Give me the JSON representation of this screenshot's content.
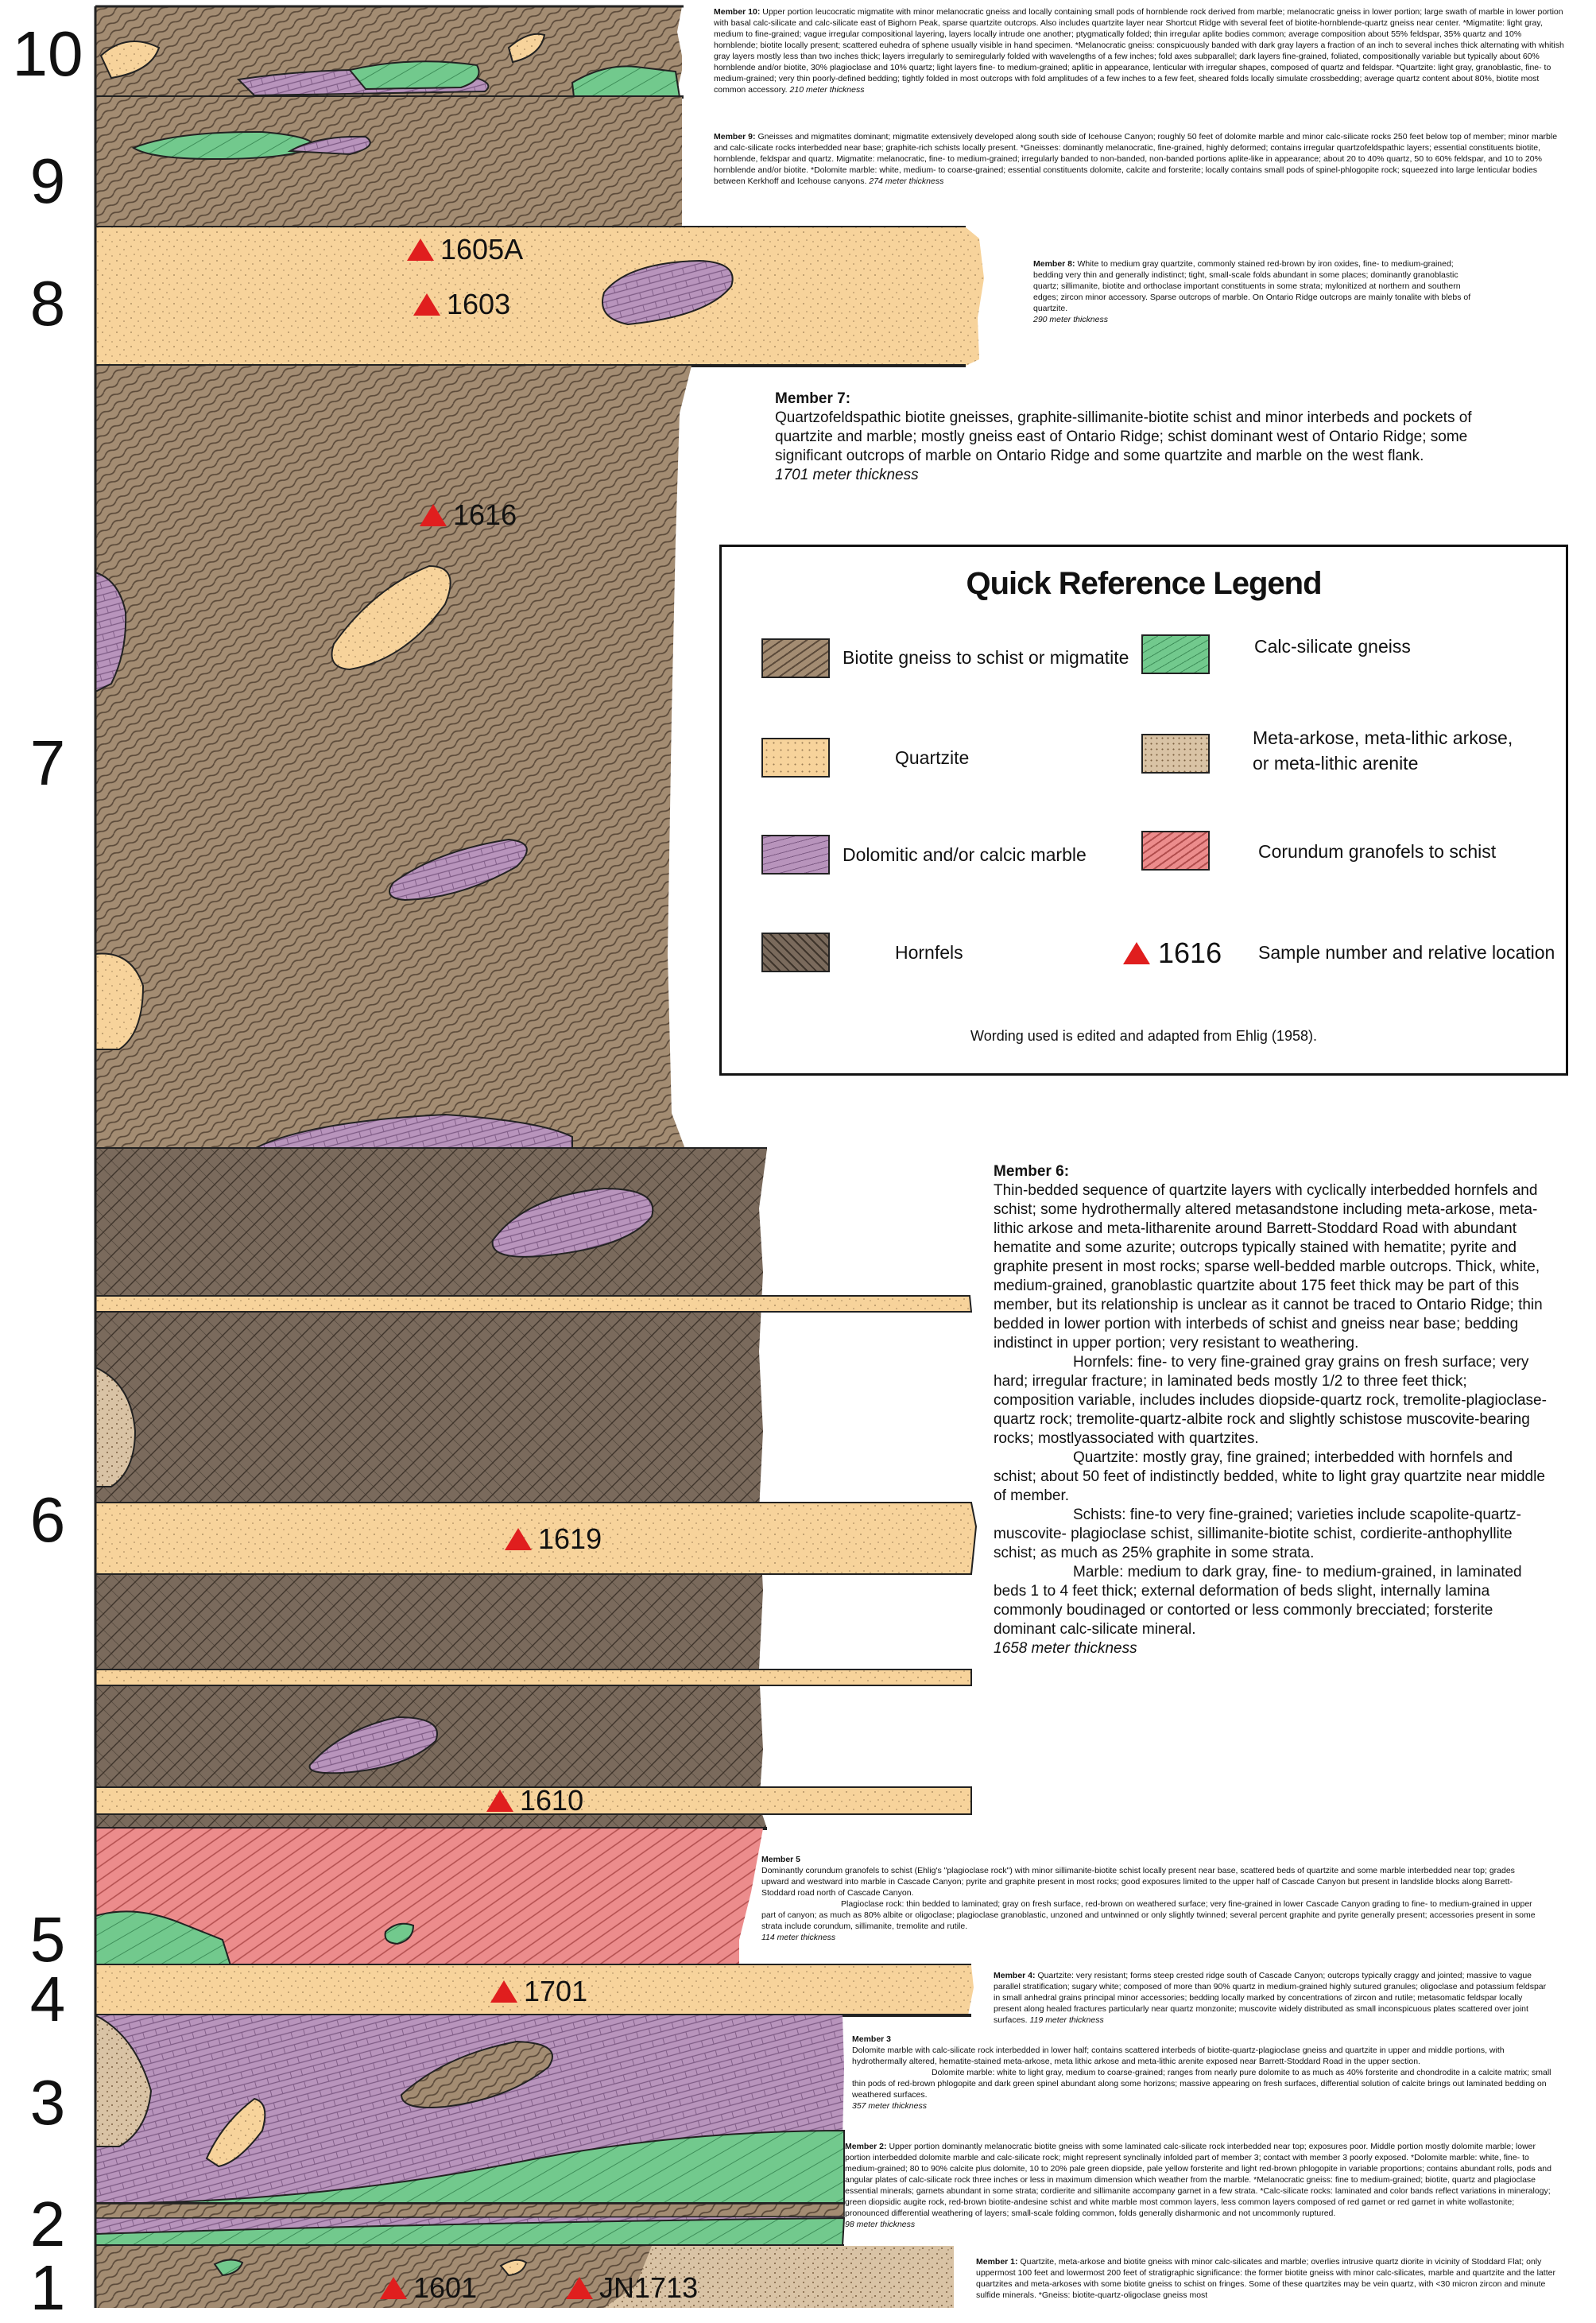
{
  "member_numbers": [
    "10",
    "9",
    "8",
    "7",
    "6",
    "5",
    "4",
    "3",
    "2",
    "1"
  ],
  "samples": {
    "s1605A": "1605A",
    "s1603": "1603",
    "s1616": "1616",
    "s1619": "1619",
    "s1610": "1610",
    "s1701": "1701",
    "s1601": "1601",
    "sJN1713": "JN1713"
  },
  "colors": {
    "gneiss": "#a38c72",
    "quartzite": "#f7d39b",
    "marble": "#b894bc",
    "hornfels": "#7a6a5c",
    "calcsilicate": "#72c98d",
    "arkose": "#d9c3a5",
    "corundum": "#ec8c8c",
    "sample": "#e01e1e"
  },
  "members": {
    "m10": {
      "title": "Member 10:",
      "text": "Upper portion leucocratic migmatite with minor melanocratic gneiss and locally containing small pods of hornblende rock derived from marble; melanocratic gneiss in lower portion; large swath of marble in lower portion with basal calc-silicate and calc-silicate east of Bighorn Peak, sparse quartzite outcrops. Also includes quartzite layer near Shortcut Ridge with several feet of biotite-hornblende-quartz gneiss near center. *Migmatite: light gray, medium to fine-grained; vague irregular compositional layering, layers locally intrude one another; ptygmatically folded; thin irregular aplite bodies common; average composition about 55% feldspar, 35% quartz and 10% hornblende; biotite locally present; scattered euhedra of sphene usually visible in hand specimen. *Melanocratic gneiss: conspicuously banded with dark gray layers a fraction of an inch to several inches thick alternating with whitish gray layers mostly less than two inches thick; layers irregularly to semiregularly folded with wavelengths of a few inches; fold axes subparallel; dark layers fine-grained, foliated, compositionally variable but typically about 60% hornblende and/or biotite, 30% plagioclase and 10% quartz; light layers fine- to medium-grained; aplitic in appearance, lenticular with irregular shapes, composed of quartz and feldspar. *Quartzite: light gray, granoblastic, fine- to medium-grained; very thin poorly-defined bedding; tightly folded in most outcrops with fold amplitudes of a few inches to a few feet, sheared folds locally simulate crossbedding; average quartz content about 80%, biotite most common accessory.",
      "thickness": "210 meter thickness"
    },
    "m9": {
      "title": "Member 9:",
      "text": "Gneisses and migmatites dominant; migmatite extensively developed along south side of Icehouse Canyon; roughly 50 feet of dolomite marble and minor calc-silicate rocks 250 feet below top of member; minor marble and calc-silicate rocks interbedded near base; graphite-rich schists locally present. *Gneisses: dominantly melanocratic, fine-grained, highly deformed; contains irregular quartzofeldspathic layers; essential constituents biotite, hornblende, feldspar and quartz. Migmatite: melanocratic, fine- to medium-grained; irregularly banded to non-banded, non-banded portions aplite-like in appearance; about 20 to 40% quartz, 50 to 60% feldspar, and 10 to 20% hornblende and/or biotite. *Dolomite marble: white, medium- to coarse-grained; essential constituents dolomite, calcite and forsterite; locally contains small pods of spinel-phlogopite rock; squeezed into large lenticular bodies between Kerkhoff and Icehouse canyons.",
      "thickness": "274 meter thickness"
    },
    "m8": {
      "title": "Member 8:",
      "text": "White to medium gray quartzite, commonly stained red-brown by iron oxides, fine- to medium-grained; bedding very thin and generally indistinct; tight, small-scale folds abundant in some places; dominantly granoblastic quartz; sillimanite, biotite and orthoclase important constituents in some strata; mylonitized at northern and southern edges; zircon minor accessory. Sparse outcrops of marble. On Ontario Ridge outcrops are mainly tonalite with blebs of quartzite.",
      "thickness": "290 meter thickness"
    },
    "m7": {
      "title": "Member 7:",
      "text": "Quartzofeldspathic biotite gneisses, graphite-sillimanite-biotite schist and minor interbeds and pockets of quartzite and marble; mostly gneiss east of Ontario Ridge; schist dominant west of Ontario Ridge; some significant outcrops of marble on Ontario Ridge and some quartzite and marble on the west flank.",
      "thickness": "1701 meter thickness"
    },
    "m6": {
      "title": "Member 6:",
      "p1": "Thin-bedded sequence of quartzite layers with cyclically interbedded hornfels and schist; some hydrothermally altered metasandstone including meta-arkose, meta-lithic arkose and meta-litharenite around Barrett-Stoddard Road with abundant hematite and some azurite; outcrops typically stained with hematite; pyrite and graphite present in most rocks; sparse well-bedded marble outcrops. Thick, white, medium-grained, granoblastic quartzite about 175 feet thick may be part of this member, but its relationship is unclear as it cannot be traced to Ontario Ridge; thin bedded in lower portion with interbeds of schist and gneiss near base; bedding indistinct in upper portion; very resistant to weathering.",
      "p2": "Hornfels: fine- to very fine-grained gray grains on fresh surface; very hard; irregular fracture; in laminated beds mostly 1/2 to three feet thick; composition variable, includes includes diopside-quartz rock, tremolite-plagioclase-quartz rock; tremolite-quartz-albite rock and slightly schistose muscovite-bearing rocks; mostlyassociated with quartzites.",
      "p3": "Quartzite: mostly gray, fine grained; interbedded with hornfels and schist; about 50 feet of indistinctly bedded, white to light gray quartzite near middle of member.",
      "p4": "Schists: fine-to very fine-grained; varieties include scapolite-quartz-muscovite- plagioclase schist, sillimanite-biotite schist, cordierite-anthophyllite schist; as much as 25% graphite in some strata.",
      "p5": "Marble: medium to dark gray, fine- to medium-grained, in laminated beds 1 to 4 feet thick; external deformation of beds slight, internally lamina commonly boudinaged or contorted or less commonly brecciated; forsterite dominant calc-silicate mineral.",
      "thickness": "1658 meter thickness"
    },
    "m5": {
      "title": "Member 5",
      "text": "Dominantly corundum granofels to schist (Ehlig's \"plagioclase rock\") with minor sillimanite-biotite schist locally present near base, scattered beds of quartzite and some marble interbedded near top; grades upward and westward into marble in Cascade Canyon; pyrite and graphite present in most rocks; good exposures limited to the upper half of Cascade Canyon but present in landslide blocks along Barrett-Stoddard road north of Cascade Canyon.",
      "text2": "Plagioclase rock: thin bedded to laminated; gray on fresh surface, red-brown on weathered surface; very fine-grained in lower Cascade Canyon grading to fine- to medium-grained in upper part of canyon; as much as 80% albite or oligoclase; plagioclase granoblastic, unzoned and untwinned or only slightly twinned; several percent graphite and pyrite generally present; accessories present in some strata include corundum, sillimanite, tremolite and rutile.",
      "thickness": "114 meter thickness"
    },
    "m4": {
      "title": "Member 4:",
      "text": "Quartzite: very resistant; forms steep crested ridge south of Cascade Canyon; outcrops typically craggy and jointed; massive to vague parallel stratification; sugary white; composed of more than 90% quartz in medium-grained highly sutured granules; oligoclase and potassium feldspar in small anhedral grains principal minor accessories; bedding locally marked by concentrations of zircon and rutile; metasomatic feldspar locally present along healed fractures particularly near quartz monzonite; muscovite widely distributed as small inconspicuous plates scattered over joint surfaces.",
      "thickness": "119 meter thickness"
    },
    "m3": {
      "title": "Member 3",
      "text": "Dolomite marble with calc-silicate rock interbedded in lower half; contains scattered interbeds of biotite-quartz-plagioclase gneiss and quartzite in upper and middle portions, with hydrothermally altered, hematite-stained meta-arkose, meta lithic arkose and meta-lithic arenite exposed near Barrett-Stoddard Road in the upper section.",
      "text2": "Dolomite marble: white to light gray, medium to coarse-grained; ranges from nearly pure dolomite to as much as 40% forsterite and chondrodite in a calcite matrix; small thin pods of red-brown phlogopite and dark green spinel abundant along some horizons; massive appearing on fresh surfaces, differential solution of calcite brings out laminated bedding on weathered surfaces.",
      "thickness": "357 meter thickness"
    },
    "m2": {
      "title": "Member 2:",
      "text": "Upper portion dominantly melanocratic biotite gneiss with some laminated calc-silicate rock interbedded near top; exposures poor. Middle portion mostly dolomite marble; lower portion interbedded dolomite marble and calc-silicate rock; might represent synclinally infolded part of member 3; contact with member 3 poorly exposed. *Dolomite marble: white, fine- to medium-grained; 80 to 90% calcite plus dolomite, 10 to 20% pale green diopside, pale yellow forsterite and light red-brown phlogopite in variable proportions; contains abundant rolls, pods and angular plates of calc-silicate rock three inches or less in maximum dimension which weather from the marble. *Melanocratic gneiss: fine to medium-grained; biotite, quartz and plagioclase essential minerals; garnets abundant in some strata; cordierite and sillimanite accompany garnet in a few strata. *Calc-silicate rocks: laminated and color bands reflect variations in mineralogy; green diopsidic augite rock, red-brown biotite-andesine schist and white marble most common layers, less common layers composed of red garnet or red garnet in white wollastonite; pronounced differential weathering of layers; small-scale folding common, folds generally disharmonic and not uncommonly ruptured.",
      "thickness": "98 meter thickness"
    },
    "m1": {
      "title": "Member 1:",
      "text": "Quartzite, meta-arkose and biotite gneiss with minor calc-silicates and marble; overlies intrusive quartz diorite in vicinity of Stoddard Flat; only uppermost 100 feet and lowermost 200 feet of stratigraphic significance: the former biotite gneiss with minor calc-silicates, marble and quartzite and the latter quartzites and meta-arkoses with some biotite gneiss to schist on fringes. Some of these quartzites may be vein quartz, with <30 micron zircon and minute sulfide minerals. *Gneiss: biotite-quartz-oligoclase gneiss most"
    }
  },
  "legend": {
    "title": "Quick Reference Legend",
    "gneiss": "Biotite gneiss to schist or migmatite",
    "quartzite": "Quartzite",
    "marble": "Dolomitic and/or calcic marble",
    "hornfels": "Hornfels",
    "calcsilicate": "Calc-silicate gneiss",
    "arkose1": "Meta-arkose, meta-lithic arkose,",
    "arkose2": "or meta-lithic arenite",
    "corundum": "Corundum granofels to schist",
    "sample_num": "1616",
    "sample_label": "Sample number and relative location",
    "note": "Wording used is edited and adapted from Ehlig (1958)."
  }
}
